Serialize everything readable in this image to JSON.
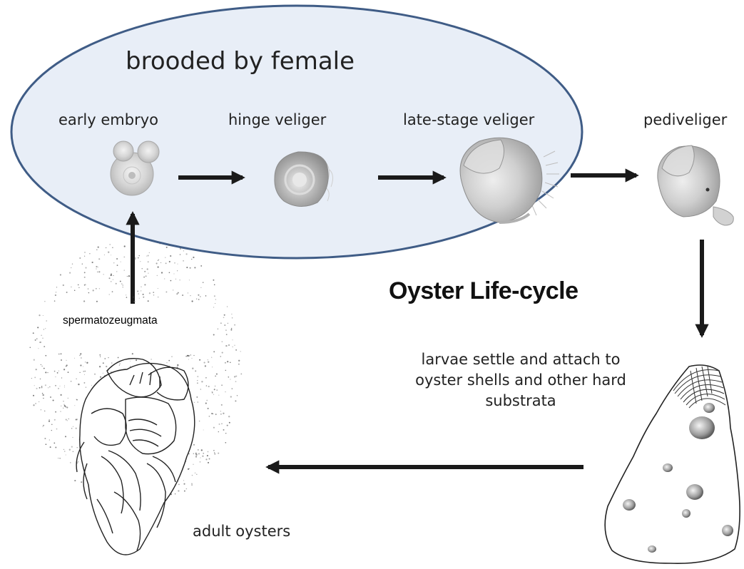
{
  "diagram": {
    "brood_title": "brooded by female",
    "stages": {
      "early_embryo": "early embryo",
      "hinge_veliger": "hinge veliger",
      "late_stage_veliger": "late-stage veliger",
      "pediveliger": "pediveliger"
    },
    "main_title": "Oyster Life-cycle",
    "settle_text": "larvae settle and attach to oyster shells and other hard substrata",
    "adult_label": "adult oysters",
    "sperm_label": "spermatozeugmata"
  },
  "colors": {
    "ellipse_fill": "#e8eef7",
    "ellipse_stroke": "#3f5c86",
    "arrow": "#1a1a1a"
  }
}
